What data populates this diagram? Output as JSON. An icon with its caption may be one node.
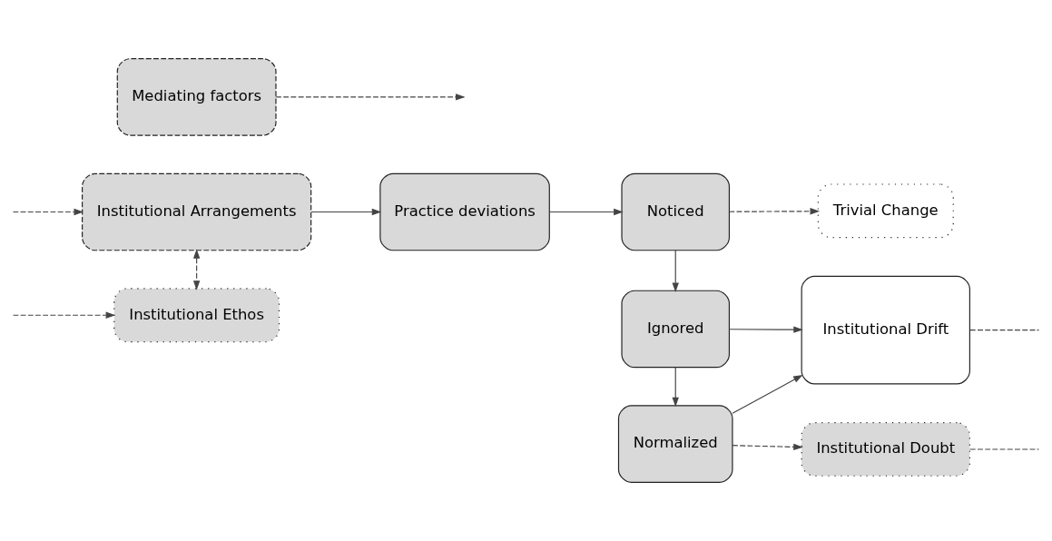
{
  "diagram": {
    "nodes": [
      {
        "text": [
          "Institutional Arrangements"
        ]
      },
      {
        "text": [
          "Institutional Ethos"
        ]
      },
      {
        "text": [
          "Mediating factors"
        ]
      },
      {
        "text": [
          "Practice deviations"
        ]
      },
      {
        "text": [
          "Noticed"
        ]
      },
      {
        "text": [
          "Ignored"
        ]
      },
      {
        "text": [
          "Normalized"
        ]
      },
      {
        "text": [
          "Trivial Change"
        ]
      },
      {
        "text": [
          "Institutional Drift"
        ]
      },
      {
        "text": [
          "Institutional Doubt"
        ]
      }
    ],
    "edges": [
      {
        "from": null,
        "to": 0,
        "arrow": "to",
        "style": "dashed"
      },
      {
        "from": 0,
        "to": 3,
        "arrow": "to"
      },
      {
        "from": 2,
        "to": null,
        "arrow": "to",
        "style": "dashed"
      },
      {
        "from": 0,
        "to": 1,
        "arrow": "both",
        "style": "dashed"
      },
      {
        "from": null,
        "to": 1,
        "arrow": "to",
        "style": "dashed"
      },
      {
        "from": 3,
        "to": 4,
        "arrow": "to"
      },
      {
        "from": 4,
        "to": 5,
        "arrow": "to"
      },
      {
        "from": 5,
        "to": 6,
        "arrow": "to"
      },
      {
        "from": 4,
        "to": 7,
        "arrow": "to",
        "style": "dashed"
      },
      {
        "from": 5,
        "to": 8,
        "arrow": "to"
      },
      {
        "from": 6,
        "to": 8,
        "arrow": "to"
      },
      {
        "from": 6,
        "to": 9,
        "arrow": "to",
        "style": "dashed"
      },
      {
        "from": 8,
        "to": null,
        "arrow": "none",
        "style": "dashed"
      },
      {
        "from": 9,
        "to": null,
        "arrow": "none",
        "style": "dashed"
      }
    ]
  }
}
